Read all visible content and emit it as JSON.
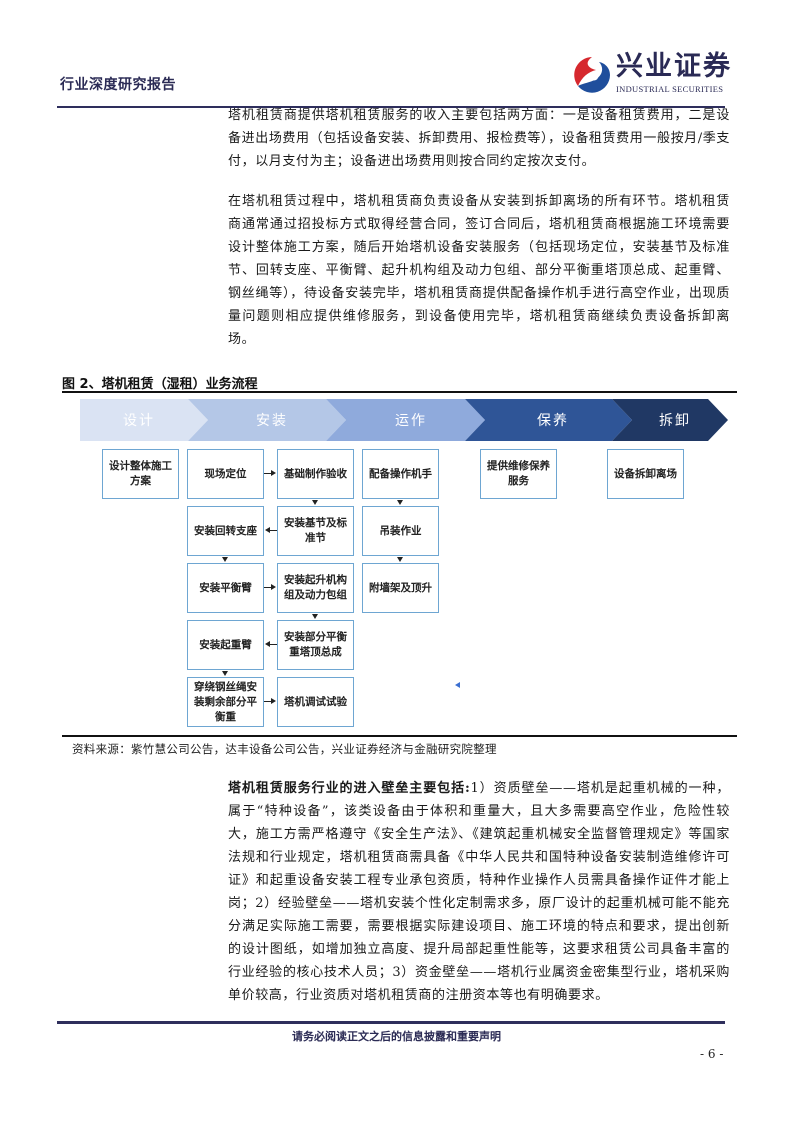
{
  "header": {
    "report_type": "行业深度研究报告",
    "logo": {
      "icon": "industrial-securities-swirl-logo",
      "name_cn": "兴业证券",
      "name_en": "INDUSTRIAL SECURITIES",
      "colors": {
        "red": "#d6282e",
        "blue": "#1f4e9c",
        "navy": "#2a2a55"
      }
    }
  },
  "body": {
    "paragraph_1": "塔机租赁商提供塔机租赁服务的收入主要包括两方面：一是设备租赁费用，二是设备进出场费用（包括设备安装、拆卸费用、报检费等），设备租赁费用一般按月/季支付，以月支付为主；设备进出场费用则按合同约定按次支付。",
    "paragraph_2": "在塔机租赁过程中，塔机租赁商负责设备从安装到拆卸离场的所有环节。塔机租赁商通常通过招投标方式取得经营合同，签订合同后，塔机租赁商根据施工环境需要设计整体施工方案，随后开始塔机设备安装服务（包括现场定位，安装基节及标准节、回转支座、平衡臂、起升机构组及动力包组、部分平衡重塔顶总成、起重臂、钢丝绳等），待设备安装完毕，塔机租赁商提供配备操作机手进行高空作业，出现质量问题则相应提供维修服务，到设备使用完毕，塔机租赁商继续负责设备拆卸离场。",
    "paragraph_3_lead": "塔机租赁服务行业的进入壁垒主要包括:",
    "paragraph_3_rest": "1）资质壁垒——塔机是起重机械的一种，属于“特种设备”，该类设备由于体积和重量大，且大多需要高空作业，危险性较大，施工方需严格遵守《安全生产法》、《建筑起重机械安全监督管理规定》等国家法规和行业规定，塔机租赁商需具备《中华人民共和国特种设备安装制造维修许可证》和起重设备安装工程专业承包资质，特种作业操作人员需具备操作证件才能上岗；2）经验壁垒——塔机安装个性化定制需求多，原厂设计的起重机械可能不能充分满足实际施工需要，需要根据实际建设项目、施工环境的特点和要求，提出创新的设计图纸，如增加独立高度、提升局部起重性能等，这要求租赁公司具备丰富的行业经验的核心技术人员；3）资金壁垒——塔机行业属资金密集型行业，塔机采购单价较高，行业资质对塔机租赁商的注册资本等也有明确要求。"
  },
  "figure": {
    "title": "图 2、塔机租赁（湿租）业务流程",
    "stages": [
      {
        "label": "设计",
        "color": "#dae3f3"
      },
      {
        "label": "安装",
        "color": "#b4c7e7"
      },
      {
        "label": "运作",
        "color": "#8faadc"
      },
      {
        "label": "保养",
        "color": "#2f5597"
      },
      {
        "label": "拆卸",
        "color": "#203864"
      }
    ],
    "boxes": {
      "design": "设计整体施工方案",
      "site_positioning": "现场定位",
      "foundation": "基础制作验收",
      "base_standard_section": "安装基节及标准节",
      "slewing_support": "安装回转支座",
      "balance_arm": "安装平衡臂",
      "hoisting_power": "安装起升机构组及动力包组",
      "counterweight_top": "安装部分平衡重塔顶总成",
      "jib": "安装起重臂",
      "wire_rope": "穿绕钢丝绳安装剩余部分平衡重",
      "commissioning": "塔机调试试验",
      "operator": "配备操作机手",
      "lifting": "吊装作业",
      "wall_attach": "附墙架及顶升",
      "maintenance": "提供维修保养服务",
      "dismantle": "设备拆卸离场"
    },
    "source": "资料来源：紫竹慧公司公告，达丰设备公司公告，兴业证券经济与金融研究院整理"
  },
  "footer": {
    "disclaimer": "请务必阅读正文之后的信息披露和重要声明",
    "page_number": "- 6 -"
  }
}
